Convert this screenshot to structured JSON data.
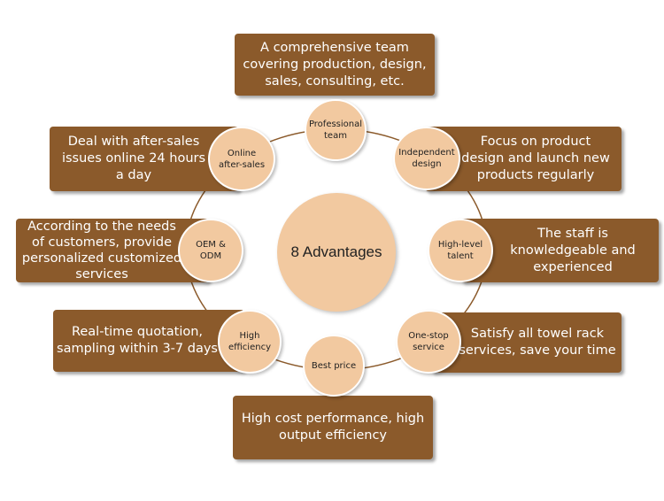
{
  "center": {
    "title": "8 Advantages"
  },
  "nodes": {
    "professional": "Professional\nteam",
    "independent": "Independent\ndesign",
    "high_level": "High-level\ntalent",
    "one_stop": "One-stop\nservice",
    "best_price": "Best price",
    "high_efficiency": "High\nefficiency",
    "oem": "OEM &\nODM",
    "online": "Online\nafter-sales"
  },
  "boxes": {
    "professional": "A comprehensive team\ncovering production, design,\nsales, consulting, etc.",
    "independent": "Focus on product\ndesign and launch new\nproducts regularly",
    "high_level": "The staff is\nknowledgeable and\nexperienced",
    "one_stop": "Satisfy all towel rack\nservices, save your time",
    "best_price": "High cost performance, high\noutput efficiency",
    "high_efficiency": "Real-time quotation,\nsampling within 3-7 days",
    "oem": "According to the needs\nof customers, provide\npersonalized customized\nservices",
    "online": "Deal with after-sales\nissues online 24 hours\na day"
  },
  "colors": {
    "box_fill": "#8b5a2b",
    "node_fill": "#f2c9a0",
    "ring": "#8b5a2b"
  }
}
